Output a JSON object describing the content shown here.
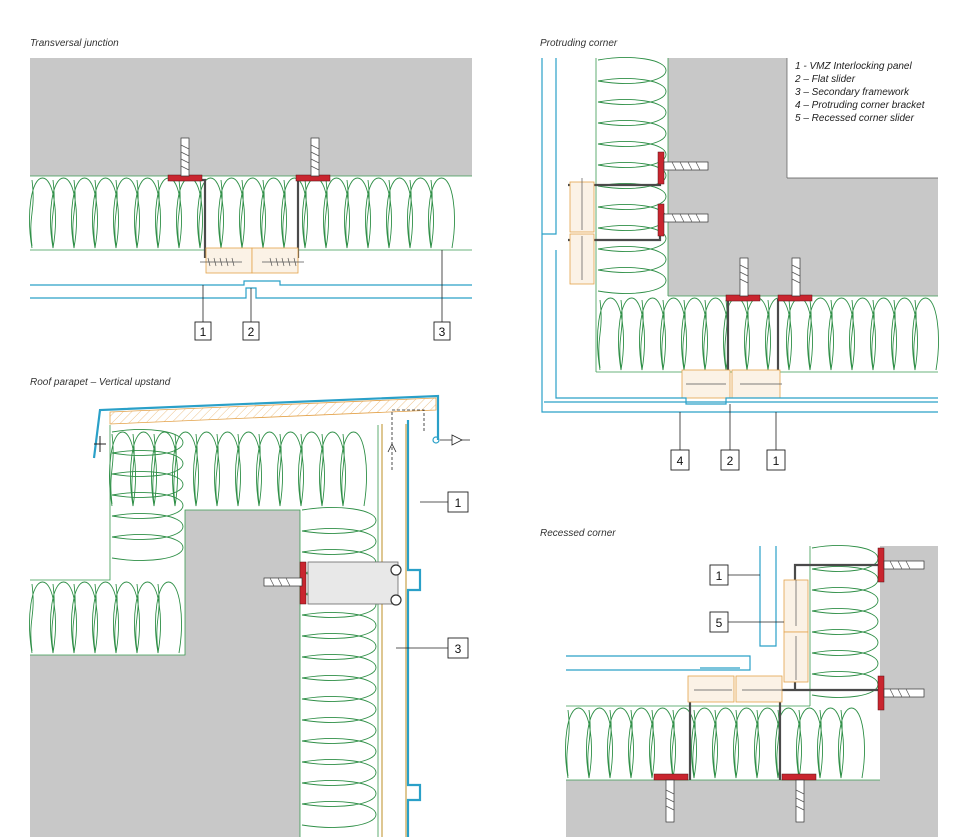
{
  "panels": {
    "transversal": {
      "title": "Transversal junction",
      "callouts": [
        "1",
        "2",
        "3"
      ]
    },
    "protruding": {
      "title": "Protruding corner",
      "callouts": [
        "4",
        "2",
        "1"
      ]
    },
    "parapet": {
      "title": "Roof parapet – Vertical upstand",
      "callouts": [
        "1",
        "3"
      ]
    },
    "recessed": {
      "title": "Recessed corner",
      "callouts": [
        "1",
        "5"
      ]
    }
  },
  "legend": [
    "1 - VMZ Interlocking panel",
    "2 – Flat slider",
    "3 – Secondary framework",
    "4 – Protruding corner bracket",
    "5 – Recessed corner slider"
  ],
  "colors": {
    "substrate": "#c8c8c8",
    "insulation_line": "#2f8f47",
    "zinc_panel": "#2aa0c8",
    "bracket_steel": "#4a4a4a",
    "washer": "#c9252f",
    "wood_slider": "#e3a24a"
  },
  "icons": [
    "anchor-bolt-icon",
    "wood-screw-icon",
    "drip-arrow-icon"
  ]
}
